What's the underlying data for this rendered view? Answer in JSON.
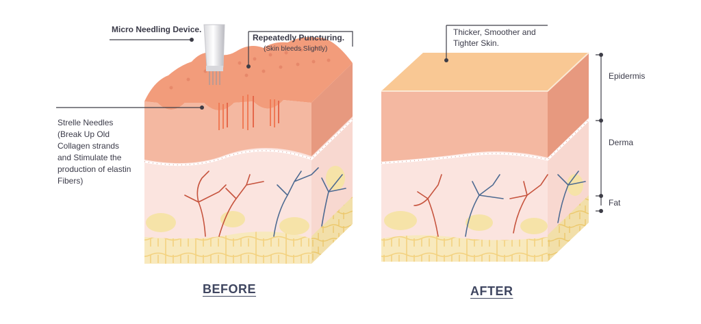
{
  "labels": {
    "device": "Micro Needling Device.",
    "puncturing": "Repeatedly Puncturing.",
    "bleeds": "(Skin bleeds Slightly)",
    "needles": [
      "Strelle Needles",
      "(Break Up Old",
      "Collagen strands",
      "and Stimulate the",
      "production of elastin",
      "Fibers)"
    ],
    "result": [
      "Thicker, Smoother and",
      "Tighter Skin."
    ]
  },
  "layers": {
    "epidermis": "Epidermis",
    "derma": "Derma",
    "fat": "Fat"
  },
  "captions": {
    "before": "BEFORE",
    "after": "AFTER"
  },
  "colors": {
    "epidermis_top_before": "#f29a78",
    "epidermis_side": "#f4b59e",
    "epidermis_top_after": "#f9c894",
    "derma": "#fbe2dd",
    "fat": "#f8e7b6",
    "fat_cells": "#f7dc8e",
    "artery": "#c6533d",
    "vein": "#4d6a91",
    "line": "#3c3c46"
  }
}
